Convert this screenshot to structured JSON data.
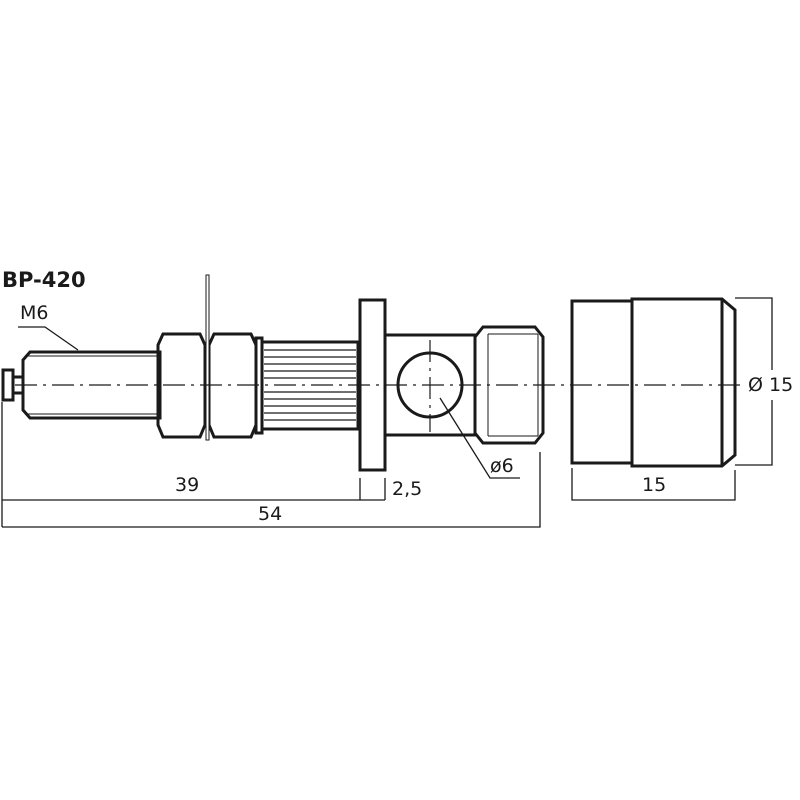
{
  "title": "BP-420",
  "labels": {
    "thread": "M6",
    "hole_diameter": "ø6",
    "cap_diameter": "Ø 15",
    "cap_length": "15",
    "dim_39": "39",
    "dim_2_5": "2,5",
    "dim_54": "54"
  },
  "colors": {
    "line": "#1a1a1a",
    "background": "#ffffff"
  }
}
